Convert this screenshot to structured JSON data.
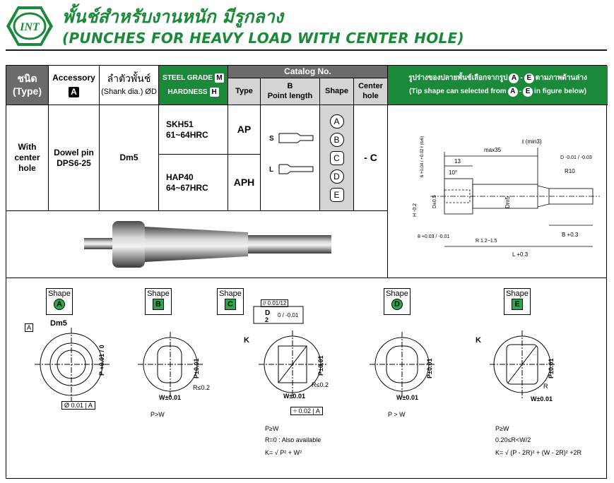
{
  "header": {
    "logo_text": "INT",
    "title_th": "พั้นช์สำหรับงานหนัก มีรูกลาง",
    "title_en": "(PUNCHES FOR HEAVY LOAD WITH CENTER HOLE)"
  },
  "table": {
    "col_type_th": "ชนิด",
    "col_type_en": "(Type)",
    "col_accessory": "Accessory",
    "col_accessory_box": "A",
    "col_shank_th": "ลำตัวพั้นช์",
    "col_shank_en": "(Shank dia.) ØD",
    "col_steel": "STEEL GRADE",
    "col_steel_box": "M",
    "col_hardness": "HARDNESS",
    "col_hardness_box": "H",
    "catalog_no": "Catalog No.",
    "col_cat_type": "Type",
    "col_cat_b": "B",
    "col_cat_b2": "Point length",
    "col_cat_shape": "Shape",
    "col_cat_center1": "Center",
    "col_cat_center2": "hole",
    "tip_th": "รูปร่างของปลายพั้นช์เลือกจากรูป",
    "tip_th2": "ตามภาพด้านล่าง",
    "tip_en1": "(Tip shape can selected from",
    "tip_en2": "in figure below)",
    "tip_from": "A",
    "tip_to": "E",
    "row_type": "With center hole",
    "row_accessory": "Dowel pin DPS6-25",
    "row_shank": "Dm5",
    "grade1": "SKH51",
    "hard1": "61~64HRC",
    "grade2": "HAP40",
    "hard2": "64~67HRC",
    "type_ap": "AP",
    "type_aph": "APH",
    "len_s": "S",
    "len_l": "L",
    "shapes": [
      "A",
      "B",
      "C",
      "D",
      "E"
    ],
    "center": "- C"
  },
  "drawing": {
    "max35": "max35",
    "min3": "ℓ (min3)",
    "d13": "13",
    "deg10": "10°",
    "tol_d": "D -0.01 / -0.03",
    "r10": "R10",
    "h": "H -0.2",
    "d0": "D±0.5",
    "dm5": "Dm5",
    "s8": "8 +0.03 / -0.01",
    "r12": "R 1.2~1.5",
    "b": "B +0.3",
    "l": "L +0.3",
    "side": "6 +0.04 / +0.02 ℓ (ℓ≥6)"
  },
  "shapes_panel": {
    "shape_label": "Shape",
    "a_box": "A",
    "dm5": "Dm5",
    "p_a": "P +0.01 / 0",
    "conc": "Ø 0.01",
    "conc_ref": "A",
    "p_tol": "P±0.01",
    "w_tol": "W±0.01",
    "r02": "R≤0.2",
    "b_note": "P>W",
    "parallel": "// 0.01/12",
    "c_d": "D",
    "c_d2": "2",
    "c_tol": "0 / -0.01",
    "k": "K",
    "sym": "0.02",
    "sym_ref": "A",
    "c_note1": "P≥W",
    "c_note2": "R=0 : Also available",
    "c_note3": "K= √ P² + W²",
    "d_note": "P > W",
    "r": "R",
    "e_note1": "P≥W",
    "e_note2": "0.20≤R<W/2",
    "e_note3": "K= √ (P - 2R)² + (W - 2R)² +2R"
  }
}
